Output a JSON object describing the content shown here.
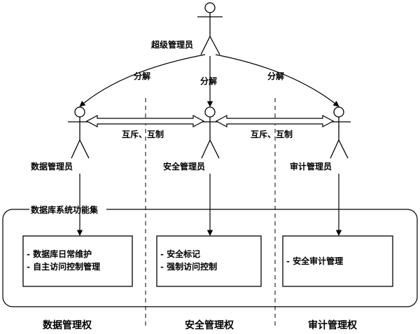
{
  "actors": {
    "super_admin": "超级管理员",
    "data_admin": "数据管理员",
    "security_admin": "安全管理员",
    "audit_admin": "审计管理员"
  },
  "decompose_labels": [
    "分解",
    "分解",
    "分解"
  ],
  "mutual_labels": [
    "互斥、互制",
    "互斥、互制"
  ],
  "function_set": {
    "title": "数据库系统功能集",
    "boxes": [
      {
        "lines": [
          "- 数据库日常维护",
          "- 自主访问控制管理"
        ]
      },
      {
        "lines": [
          "- 安全标记",
          "- 强制访问控制"
        ]
      },
      {
        "lines": [
          "- 安全审计管理"
        ]
      }
    ]
  },
  "rights": [
    "数据管理权",
    "安全管理权",
    "审计管理权"
  ]
}
